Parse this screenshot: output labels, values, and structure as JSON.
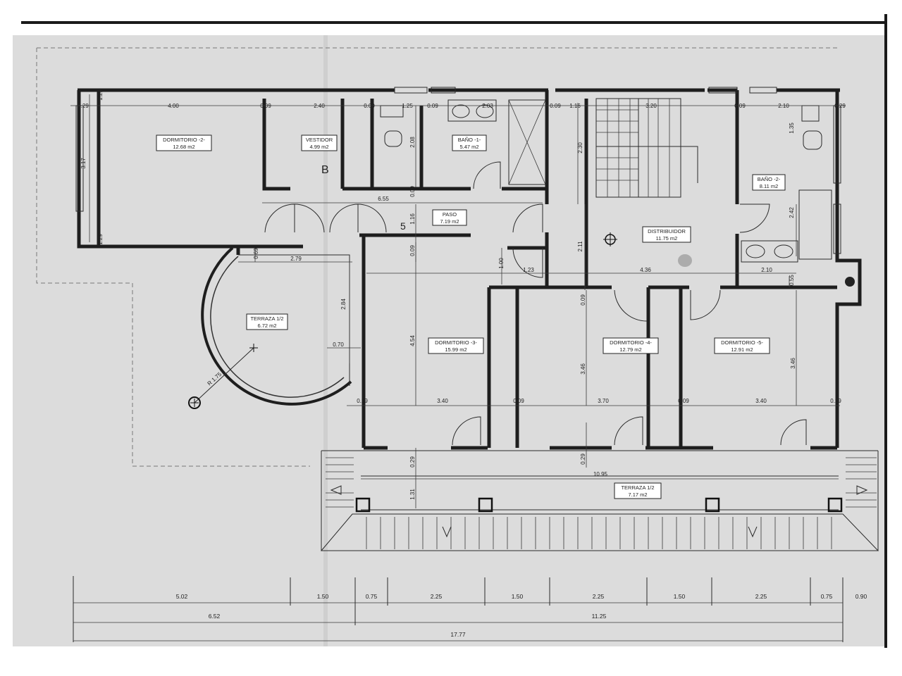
{
  "rooms": {
    "dormitorio2": {
      "name": "DORMITORIO -2-",
      "area": "12.68 m2"
    },
    "vestidor": {
      "name": "VESTIDOR",
      "area": "4.99 m2"
    },
    "bano1": {
      "name": "BAÑO -1-",
      "area": "5.47 m2"
    },
    "bano2": {
      "name": "BAÑO -2-",
      "area": "8.11 m2"
    },
    "paso": {
      "name": "PASO",
      "area": "7.19 m2"
    },
    "distribuidor": {
      "name": "DISTRIBUIDOR",
      "area": "11.75 m2"
    },
    "terraza_left": {
      "name": "TERRAZA 1/2",
      "area": "6.72 m2"
    },
    "dormitorio3": {
      "name": "DORMITORIO -3-",
      "area": "15.99 m2"
    },
    "dormitorio4": {
      "name": "DORMITORIO -4-",
      "area": "12.79 m2"
    },
    "dormitorio5": {
      "name": "DORMITORIO -5-",
      "area": "12.91 m2"
    },
    "terraza_bottom": {
      "name": "TERRAZA 1/2",
      "area": "7.17 m2"
    }
  },
  "dims_top": [
    "0.29",
    "4.00",
    "0.09",
    "2.40",
    "0.09",
    "1.25",
    "0.09",
    "2.03",
    "0.09",
    "1.16",
    "3.20",
    "0.09",
    "2.10",
    "0.29"
  ],
  "dims_interior": {
    "d317": "3.17",
    "d129": "1.29",
    "d129b": "1.29",
    "d655": "6.55",
    "d208": "2.08",
    "d230": "2.30",
    "d116": "1.16",
    "d009": "0.09",
    "d135": "1.35",
    "d242": "2.42",
    "d211": "2.11",
    "d069": "0.69",
    "d279": "2.79",
    "d100": "1.00",
    "d123": "1.23",
    "d436": "4.36",
    "d210": "2.10",
    "d055": "0.55",
    "d284": "2.84",
    "d070": "0.70",
    "d454": "4.54",
    "d009b": "0.09",
    "d346": "3.46",
    "d346b": "3.46",
    "d029": "0.29",
    "d340": "3.40",
    "d009c": "0.09",
    "d370": "3.70",
    "d009d": "0.09",
    "d340b": "3.40",
    "d029b": "0.29",
    "d029c": "0.29",
    "d029d": "0.29",
    "d131": "1.31",
    "d1095": "10.95",
    "radius": "R 1.75",
    "hand_b": "B",
    "hand_5": "5"
  },
  "dims_bottom_row1": [
    "5.02",
    "1.50",
    "0.75",
    "2.25",
    "1.50",
    "2.25",
    "1.50",
    "2.25",
    "0.75",
    "0.90"
  ],
  "dims_bottom_row2": [
    "6.52",
    "11.25"
  ],
  "dims_bottom_total": "17.77"
}
